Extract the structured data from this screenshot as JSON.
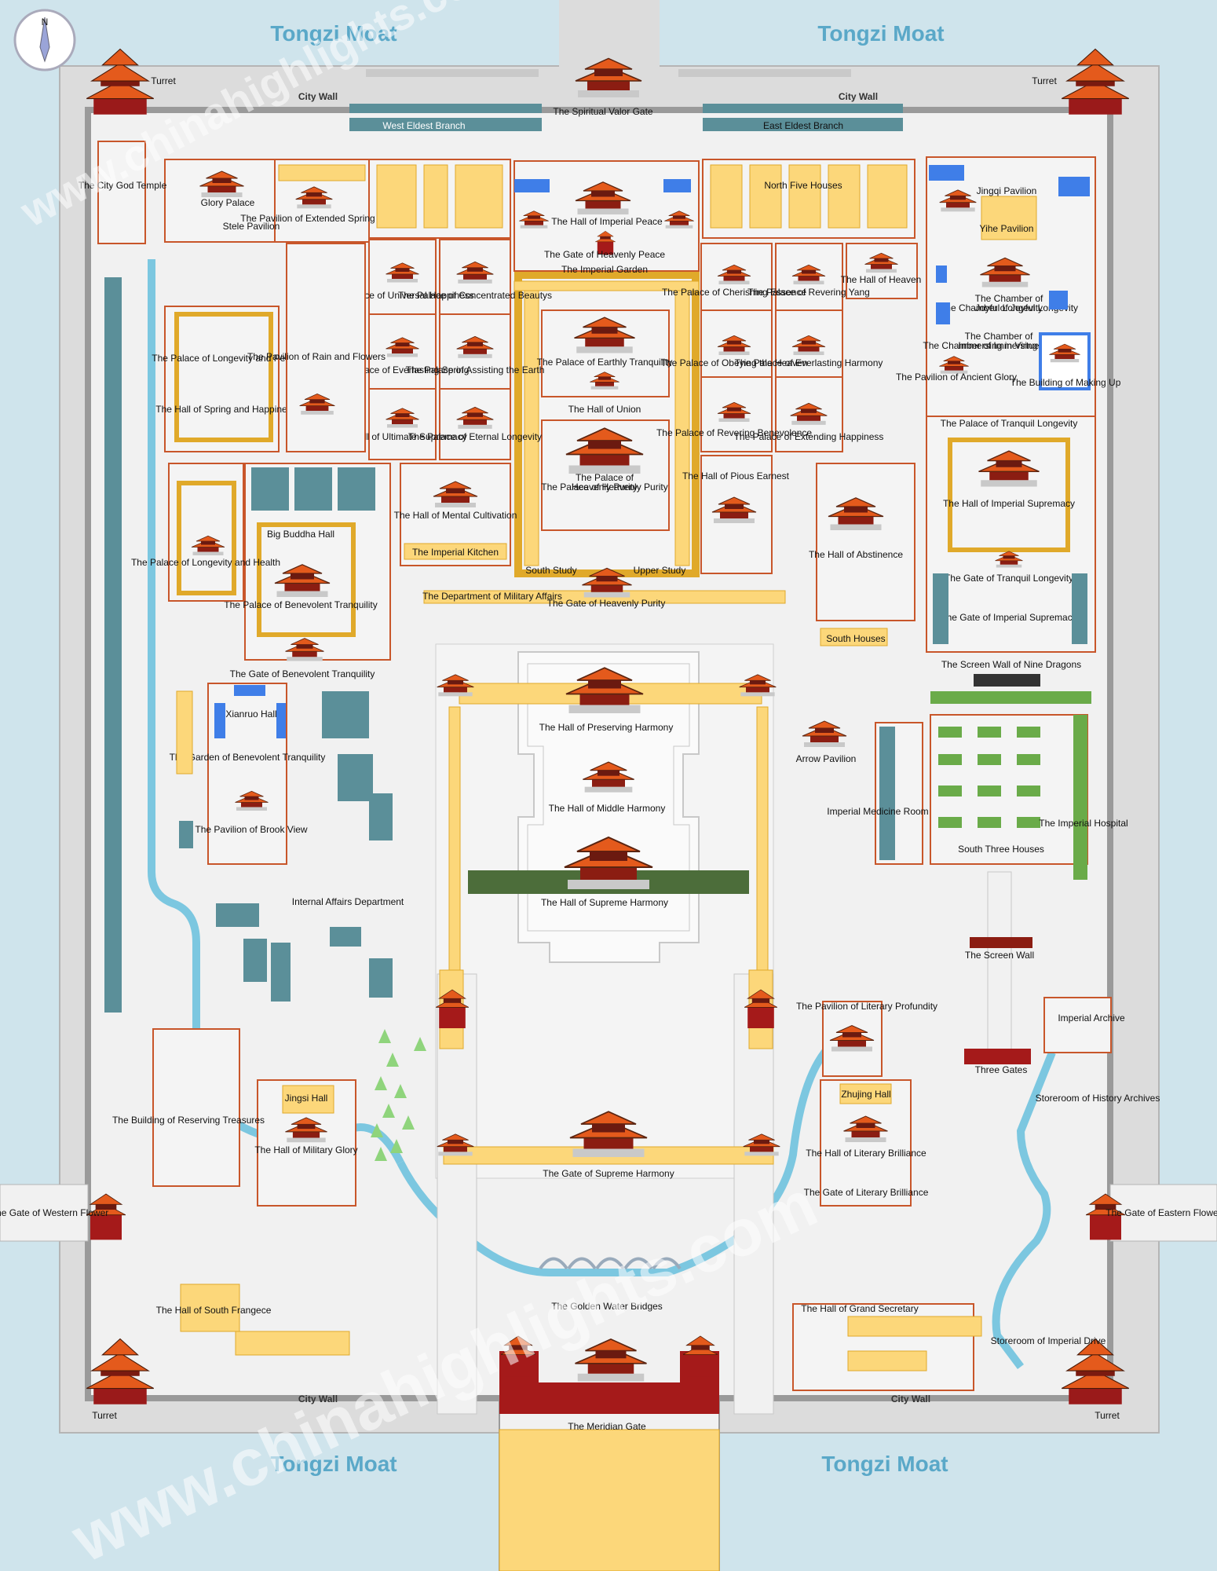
{
  "moats": {
    "top_left": "Tongzi Moat",
    "top_right": "Tongzi Moat",
    "bottom_left": "Tongzi Moat",
    "bottom_right": "Tongzi Moat"
  },
  "walls": {
    "north_left": "City Wall",
    "north_right": "City Wall",
    "south_left": "City Wall",
    "south_right": "City Wall"
  },
  "turrets": {
    "nw": "Turret",
    "ne": "Turret",
    "sw": "Turret",
    "se": "Turret"
  },
  "watermark": {
    "top": "www.chinahighlights.com",
    "bottom": "www.chinahighlights.com"
  },
  "compass": {
    "letter": "N"
  },
  "places": {
    "spiritual_valor_gate": "The Spiritual Valor Gate",
    "west_eldest_branch": "West Eldest Branch",
    "east_eldest_branch": "East Eldest Branch",
    "city_god_temple": "The City God Temple",
    "glory_palace": "Glory Palace",
    "stele_pavilion": "Stele Pavilion",
    "pavilion_extended_spring": "The Pavilion of Extended Spring",
    "hall_imperial_peace": "The Hall of Imperial Peace",
    "gate_heavenly_peace": "The Gate of Heavenly Peace",
    "imperial_garden": "The Imperial Garden",
    "north_five_houses": "North Five Houses",
    "jingqi_pavilion": "Jingqi Pavilion",
    "yihe_pavilion": "Yihe Pavilion",
    "palace_universal_happiness": "The Palace of Universal Happiness",
    "palace_concentrated_beauty": "The Palace of Concentrated Beautys",
    "palace_cherishing_essence": "The Palace of Cherishing Essence",
    "palace_revering_yang": "The Palace of Revering Yang",
    "hall_of_heaven": "The Hall of Heaven",
    "chamber_joyful_longevity": "The Chamber of Joyful Longevity",
    "palace_longevity_peace": "The Palace of Longevity and Peace",
    "pavilion_rain_flowers": "The Pavilion of Rain and Flowers",
    "palace_everlasting_spring": "The Palace of Everlasting Spring",
    "palace_assisting_earth": "The Palace of Assisting the Earth",
    "palace_earthly_tranquility": "The Palace of Earthly Tranquility",
    "palace_obeying_heaven": "The Palace of Obeying the Heaven",
    "palace_everlasting_harmony": "The Palace of Everlasting Harmony",
    "chamber_immersing_virtue": "The Chamber of Immersing in Virtue",
    "pavilion_ancient_glory": "The Pavilion of Ancient Glory",
    "building_making_up": "The Building of Making Up",
    "hall_spring_happiness": "The Hall of Spring and Happiness",
    "hall_ultimate_supremacy": "The Hall of Ultimate Supremacy",
    "palace_eternal_longevity": "The Palace of Eternal Longevity",
    "hall_of_union": "The Hall of Union",
    "palace_revering_benevolence": "The Palace of Revering Benevolence",
    "palace_extending_happiness": "The Palace of Extending Happiness",
    "palace_tranquil_longevity": "The Palace of Tranquil Longevity",
    "hall_pious_earnest": "The Hall of Pious Earnest",
    "palace_heavenly_purity": "The Palace of Heavenly Purity",
    "hall_imperial_supremacy": "The Hall of Imperial Supremacy",
    "hall_mental_cultivation": "The Hall of Mental Cultivation",
    "big_buddha_hall": "Big Buddha Hall",
    "hall_abstinence": "The Hall of Abstinence",
    "imperial_kitchen": "The Imperial Kitchen",
    "palace_longevity_health": "The Palace of Longevity and Health",
    "palace_benevolent_tranquility": "The Palace of Benevolent Tranquility",
    "south_study": "South Study",
    "upper_study": "Upper Study",
    "gate_tranquil_longevity": "The Gate of Tranquil Longevity",
    "dept_military_affairs": "The Department of Military Affairs",
    "gate_heavenly_purity": "The Gate of Heavenly Purity",
    "south_houses": "South Houses",
    "gate_imperial_supremacy": "The Gate of Imperial Supremacy",
    "gate_benevolent_tranquility": "The Gate of Benevolent Tranquility",
    "screen_wall_nine_dragons": "The Screen Wall of Nine Dragons",
    "xianruo_hall": "Xianruo Hall",
    "hall_preserving_harmony": "The Hall of Preserving Harmony",
    "arrow_pavilion": "Arrow Pavilion",
    "garden_benevolent_tranquility": "The Garden of Benevolent Tranquility",
    "hall_middle_harmony": "The Hall of Middle Harmony",
    "imperial_medicine_room": "Imperial Medicine Room",
    "imperial_hospital": "The Imperial Hospital",
    "pavilion_brook_view": "The Pavilion of Brook View",
    "south_three_houses": "South Three Houses",
    "hall_supreme_harmony": "The Hall of Supreme Harmony",
    "internal_affairs_dept": "Internal Affairs Department",
    "the_screen_wall": "The Screen Wall",
    "pavilion_literary_profundity": "The Pavilion of Literary Profundity",
    "imperial_archive": "Imperial Archive",
    "three_gates": "Three Gates",
    "jingsi_hall": "Jingsi Hall",
    "zhujing_hall": "Zhujing Hall",
    "storeroom_history_archives": "Storeroom of History Archives",
    "building_reserving_treasures": "The Building of Reserving Treasures",
    "hall_military_glory": "The Hall of Military Glory",
    "gate_supreme_harmony": "The Gate of Supreme Harmony",
    "hall_literary_brilliance": "The Hall of Literary Brilliance",
    "gate_literary_brilliance": "The Gate of Literary Brilliance",
    "gate_western_flower": "The Gate of Western Flower",
    "gate_eastern_flower": "The Gate of Eastern Flower",
    "golden_water_bridges": "The Golden Water Bridges",
    "hall_south_frangece": "The Hall of South Frangece",
    "hall_grand_secretary": "The Hall of Grand Secretary",
    "storeroom_imperial_drive": "Storeroom of Imperial Drive",
    "meridian_gate": "The Meridian Gate"
  },
  "colors": {
    "moat": "#cfe4ec",
    "wall": "#a9a9a9",
    "ground": "#f1f1f1",
    "building": "#fcd77a",
    "building_edge": "#e0a92a",
    "courtyard_line": "#c8562a",
    "roof": "#e45a1c",
    "annex": "#5b8f99",
    "water": "#7cc7e0",
    "pool": "#3f7ee8",
    "tree": "#8fd47c",
    "green_block": "#6aab49"
  }
}
